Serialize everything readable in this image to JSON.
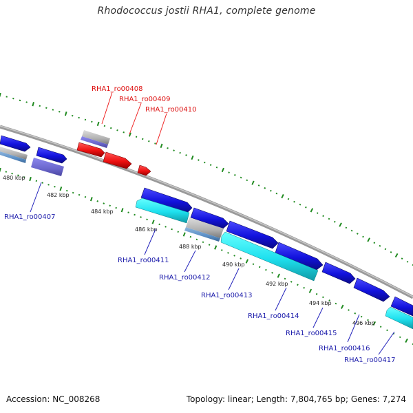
{
  "title": "Rhodococcus jostii RHA1, complete genome",
  "footer": {
    "accession": "Accession: NC_008268",
    "summary": "Topology: linear; Length: 7,804,765 bp; Genes: 7,274"
  },
  "colors": {
    "forward_strand": "#1a1ae6",
    "reverse_strand": "#22e6ee",
    "highlighted": "#ee1111",
    "pseudo_gray": "#b8b8b8",
    "backbone": "#888888",
    "tick": "#1f8a1f",
    "label_forward": "#1a1aaa",
    "label_highlight": "#dd1111"
  },
  "scale_labels": [
    "480 kbp",
    "482 kbp",
    "484 kbp",
    "486 kbp",
    "488 kbp",
    "490 kbp",
    "492 kbp",
    "494 kbp",
    "496 kbp"
  ],
  "gene_labels_highlighted": [
    "RHA1_ro00408",
    "RHA1_ro00409",
    "RHA1_ro00410"
  ],
  "gene_labels": [
    "RHA1_ro00407",
    "RHA1_ro00411",
    "RHA1_ro00412",
    "RHA1_ro00413",
    "RHA1_ro00414",
    "RHA1_ro00415",
    "RHA1_ro00416",
    "RHA1_ro00417"
  ]
}
